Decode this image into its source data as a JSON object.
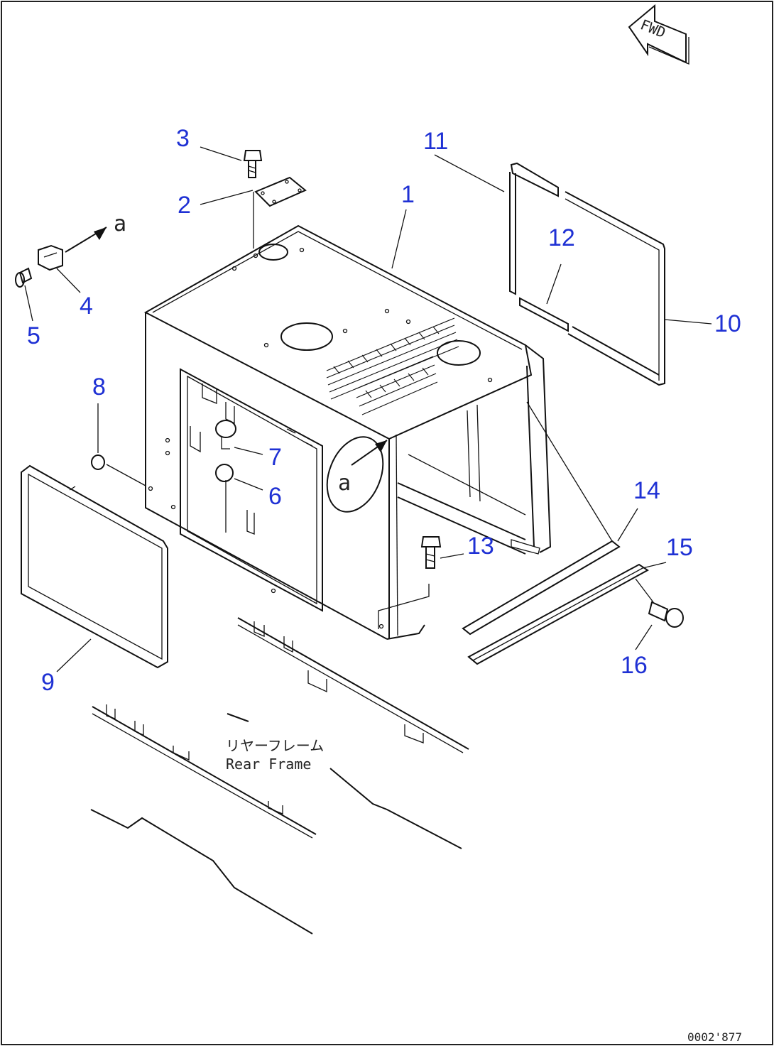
{
  "accent_color": "#1f31d4",
  "fwd_arrow": {
    "label": "FWD"
  },
  "frame_label": {
    "ja": "リヤーフレーム",
    "en": "Rear Frame"
  },
  "view_ref": {
    "arrow_label": "a",
    "circle_label": "a"
  },
  "callouts": [
    "1",
    "2",
    "3",
    "4",
    "5",
    "6",
    "7",
    "8",
    "9",
    "10",
    "11",
    "12",
    "13",
    "14",
    "15",
    "16"
  ],
  "drawing_code": "0002'877"
}
